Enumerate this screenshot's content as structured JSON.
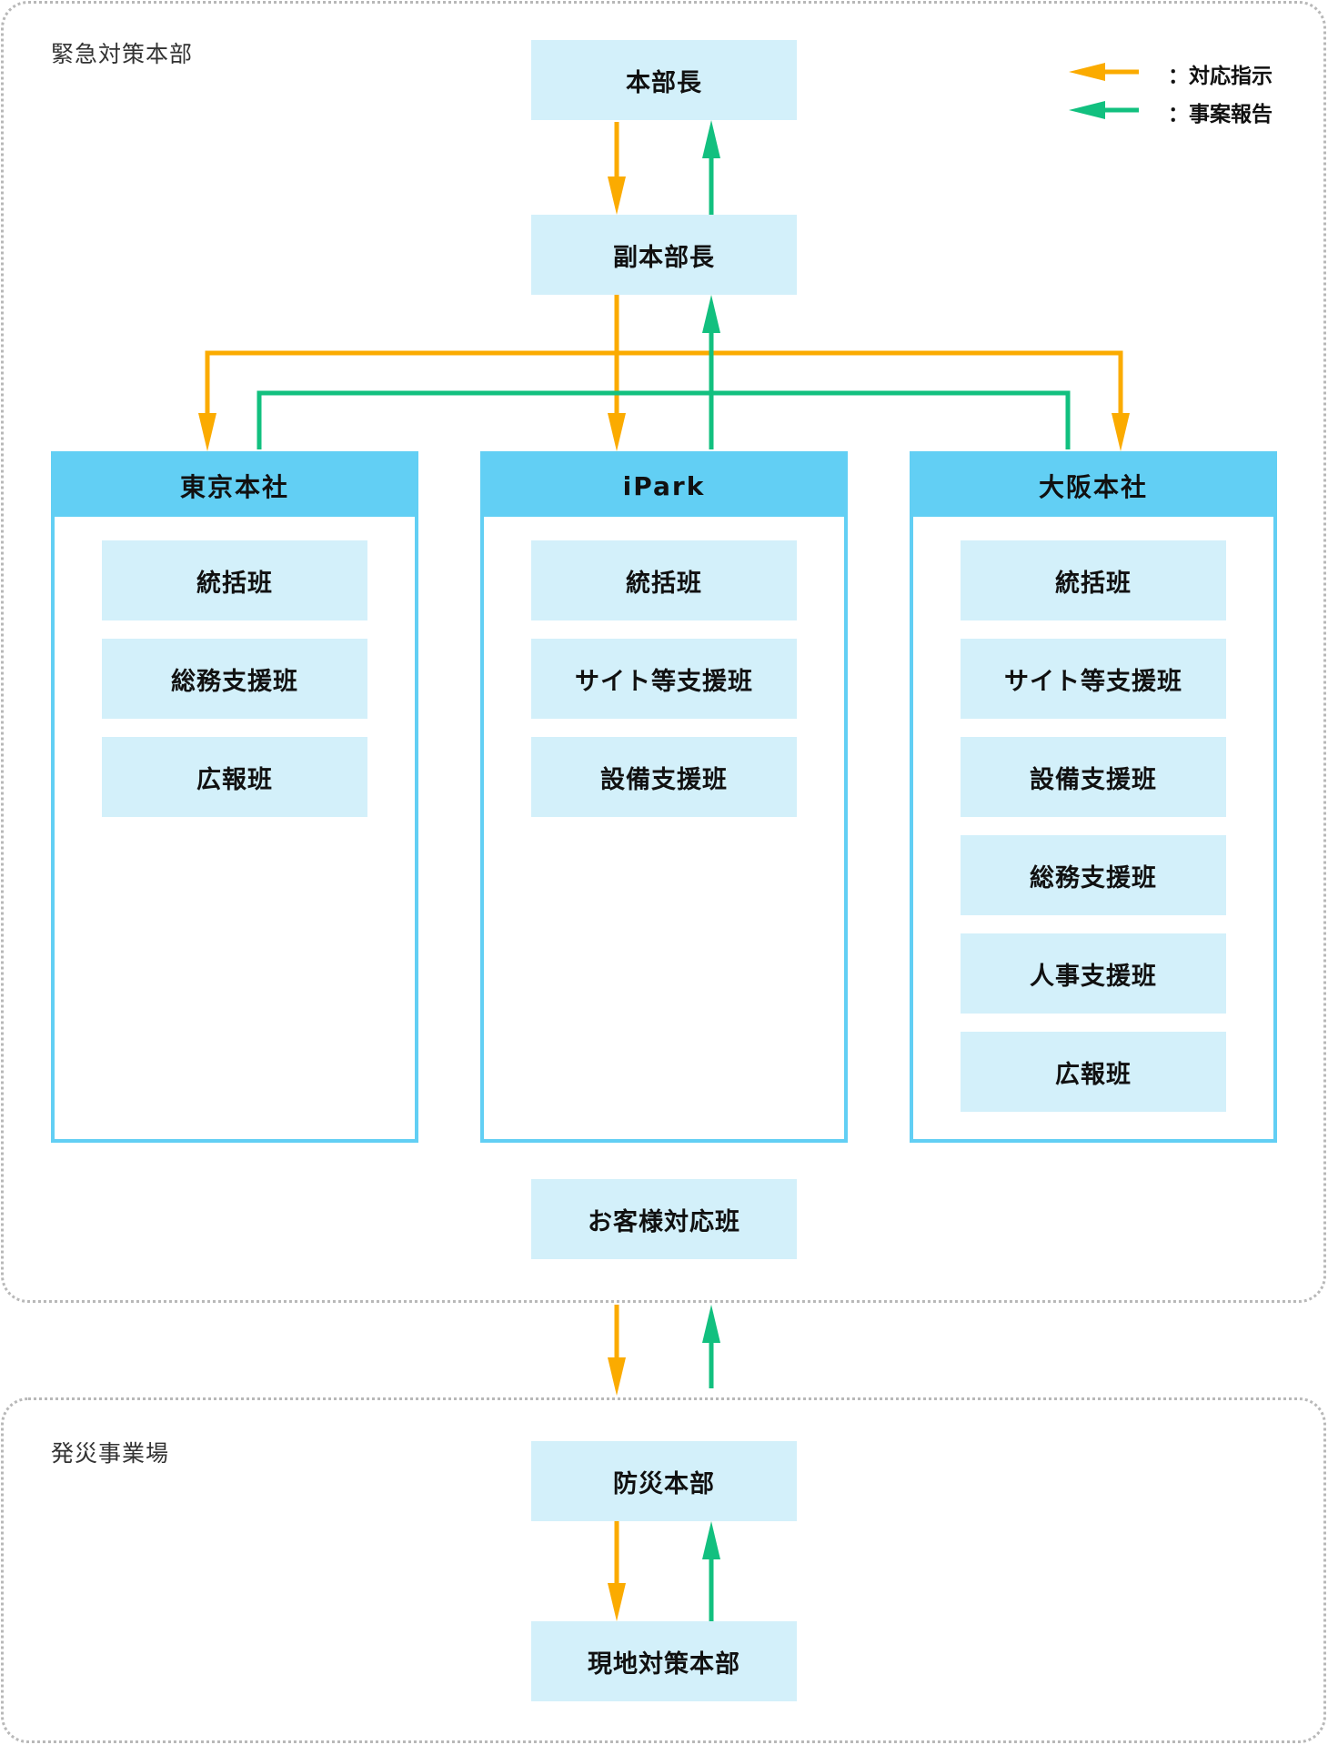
{
  "colors": {
    "instruction": "#fbab00",
    "report": "#12c07f",
    "site_header": "#62cff4",
    "node_fill": "#d3f0fa"
  },
  "regions": {
    "top_title": "緊急対策本部",
    "bottom_title": "発災事業場"
  },
  "legend": [
    {
      "label": "：対応指示",
      "meaning": "instruction",
      "icon": "arrow-left-orange"
    },
    {
      "label": "：事案報告",
      "meaning": "report",
      "icon": "arrow-left-green"
    }
  ],
  "nodes": {
    "head": "本部長",
    "deputy": "副本部長",
    "customer": "お客様対応班",
    "disaster_hq": "防災本部",
    "local_hq": "現地対策本部"
  },
  "sites": [
    {
      "name": "東京本社",
      "teams": [
        "統括班",
        "総務支援班",
        "広報班"
      ]
    },
    {
      "name": "iPark",
      "teams": [
        "統括班",
        "サイト等支援班",
        "設備支援班"
      ]
    },
    {
      "name": "大阪本社",
      "teams": [
        "統括班",
        "サイト等支援班",
        "設備支援班",
        "総務支援班",
        "人事支援班",
        "広報班"
      ]
    }
  ]
}
